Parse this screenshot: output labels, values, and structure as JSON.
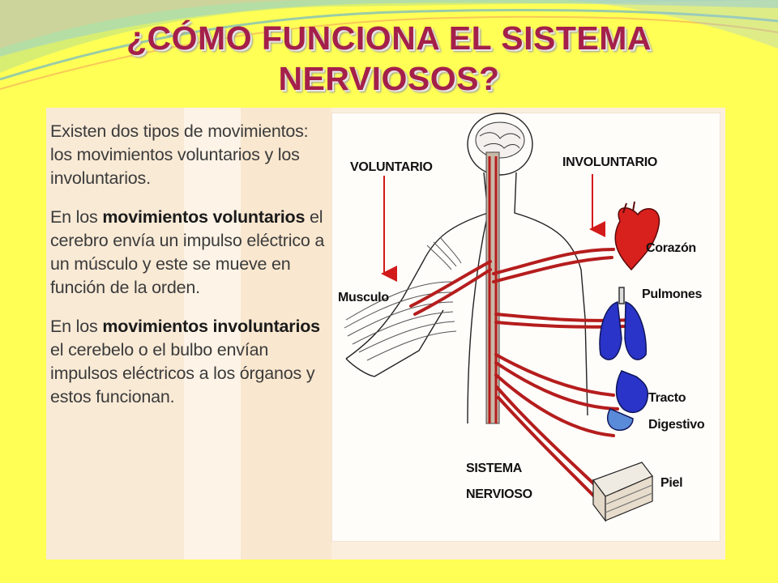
{
  "title": {
    "line1": "¿CÓMO FUNCIONA EL SISTEMA",
    "line2": "NERVIOSOS?"
  },
  "text": {
    "p1": "Existen dos tipos de movimientos: los movimientos voluntarios y los involuntarios.",
    "p2_pre": "En los ",
    "p2_bold": "movimientos voluntarios",
    "p2_post": " el cerebro envía un impulso eléctrico a un músculo y este se mueve en función de la orden.",
    "p3_pre": "En los ",
    "p3_bold": "movimientos involuntarios",
    "p3_post": " el cerebelo o el bulbo envían impulsos eléctricos a los órganos y estos funcionan."
  },
  "diagram": {
    "voluntario": "VOLUNTARIO",
    "involuntario": "INVOLUNTARIO",
    "musculo": "Musculo",
    "corazon": "Corazón",
    "pulmones": "Pulmones",
    "tracto": "Tracto",
    "digestivo": "Digestivo",
    "sistema": "SISTEMA",
    "nervioso": "NERVIOSO",
    "piel": "Piel"
  },
  "colors": {
    "background": "#ffff55",
    "title": "#a4204a",
    "nerve": "#b51d1d",
    "organ_blue": "#2a34c8",
    "heart_red": "#d8201d"
  }
}
